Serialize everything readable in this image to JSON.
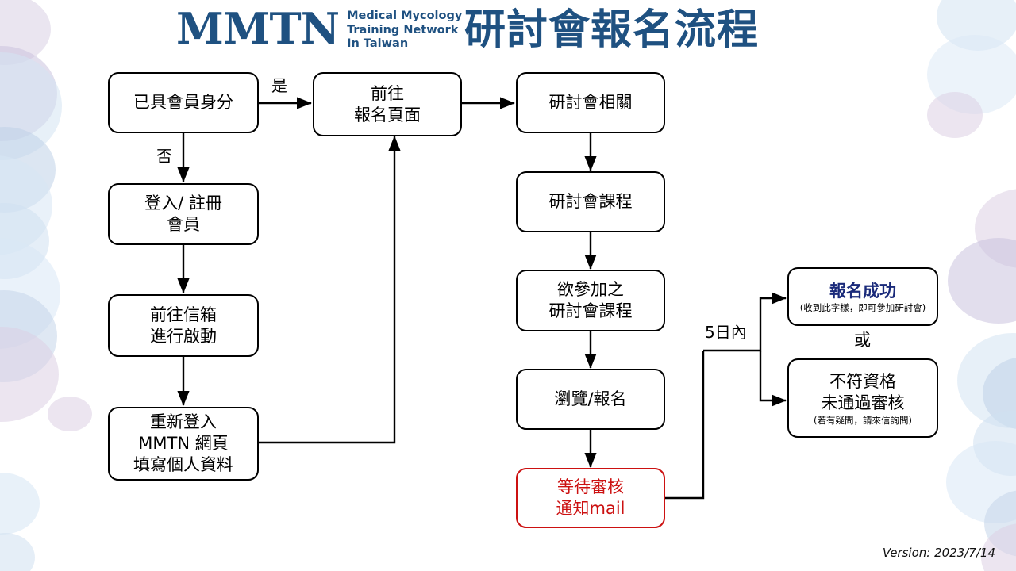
{
  "header": {
    "logo_mark": "MMTN",
    "logo_tagline_line1": "Medical Mycology",
    "logo_tagline_line2": "Training Network",
    "logo_tagline_line3": "In Taiwan",
    "title": "研討會報名流程",
    "brand_color": "#1F5181"
  },
  "nodes": {
    "member_check": {
      "line1": "已具會員身分"
    },
    "login_register": {
      "line1": "登入/ 註冊",
      "line2": "會員"
    },
    "activate_mail": {
      "line1": "前往信箱",
      "line2": "進行啟動"
    },
    "relogin_profile": {
      "line1": "重新登入",
      "line2": "MMTN 網頁",
      "line3": "填寫個人資料"
    },
    "goto_signup_page": {
      "line1": "前往",
      "line2": "報名頁面"
    },
    "seminar_related": {
      "line1": "研討會相關"
    },
    "seminar_courses": {
      "line1": "研討會課程"
    },
    "desired_course": {
      "line1": "欲參加之",
      "line2": "研討會課程"
    },
    "browse_signup": {
      "line1": "瀏覽/報名"
    },
    "waiting_review": {
      "line1": "等待審核",
      "line2": "通知mail",
      "color": "#CC1111"
    },
    "success": {
      "line1": "報名成功",
      "sub": "(收到此字樣，即可參加研討會)",
      "color": "#1A2A7A"
    },
    "rejected": {
      "line1": "不符資格",
      "line2": "未通過審核",
      "sub": "(若有疑問，請來信詢問)"
    }
  },
  "edges": {
    "yes_label": "是",
    "no_label": "否",
    "within_5_days": "5日內",
    "or_label": "或"
  },
  "footer": {
    "version": "Version: 2023/7/14"
  }
}
